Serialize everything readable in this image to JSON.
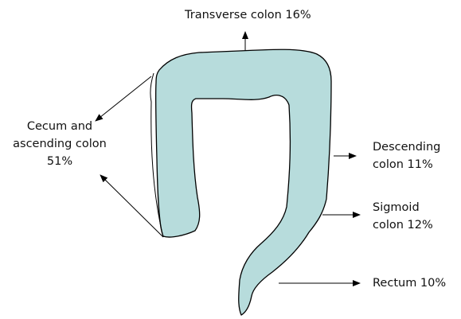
{
  "colors": {
    "colon_fill": "#b7dcdc",
    "outline": "#000000",
    "background": "#ffffff"
  },
  "regions": {
    "transverse": {
      "line1": "Transverse colon 16%"
    },
    "cecum": {
      "line1": "Cecum and",
      "line2": "ascending colon",
      "line3": "51%"
    },
    "descending": {
      "line1": "Descending",
      "line2": "colon 11%"
    },
    "sigmoid": {
      "line1": "Sigmoid",
      "line2": "colon 12%"
    },
    "rectum": {
      "line1": "Rectum 10%"
    }
  }
}
